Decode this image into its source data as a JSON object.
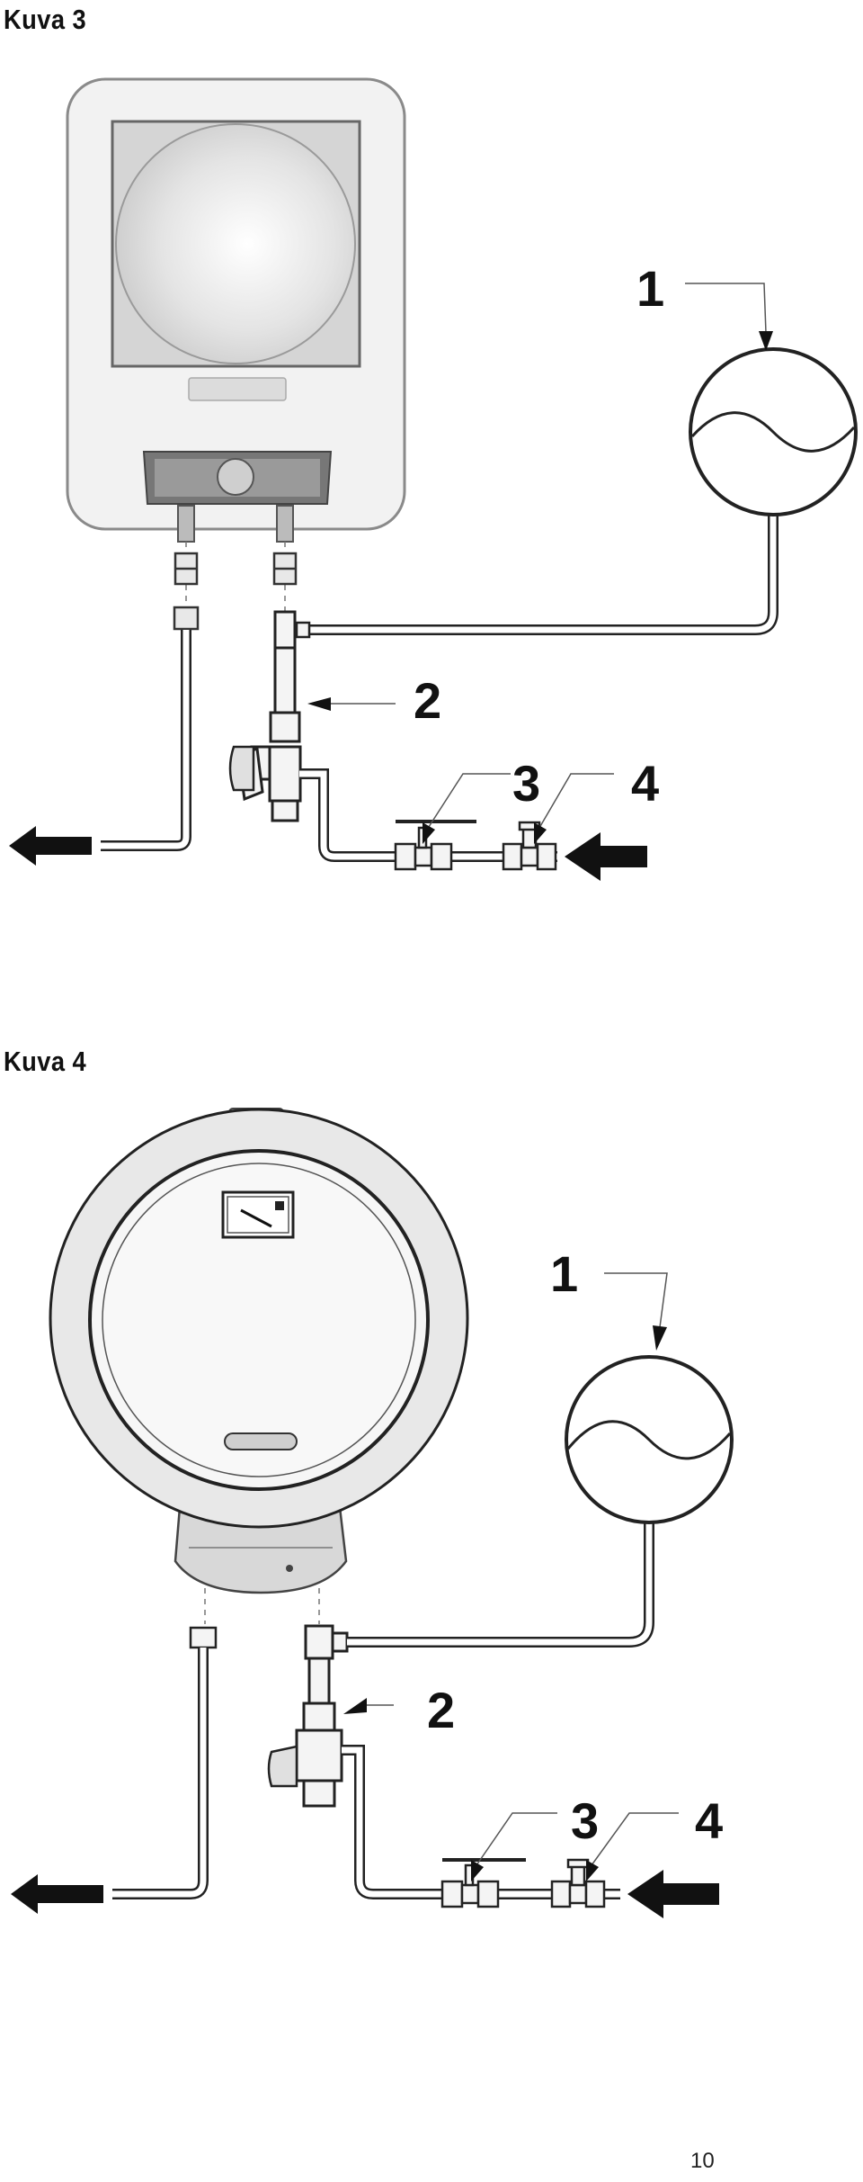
{
  "figure3": {
    "title": "Kuva 3",
    "labels": [
      "1",
      "2",
      "3",
      "4"
    ]
  },
  "figure4": {
    "title": "Kuva 4",
    "labels": [
      "1",
      "2",
      "3",
      "4"
    ]
  },
  "page_number": "10"
}
